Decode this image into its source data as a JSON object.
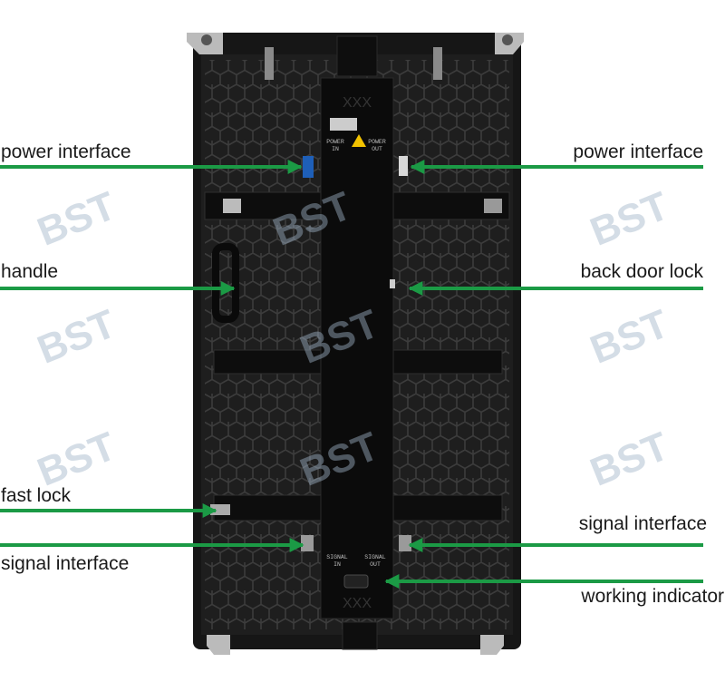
{
  "colors": {
    "arrow": "#1b9a45",
    "cabinet": "#161616",
    "panel": "#0b0b0b",
    "hex_grid": "#3c3c3c",
    "watermark": "#9fb3c8"
  },
  "labels": {
    "power_left": "power interface",
    "power_right": "power interface",
    "handle": "handle",
    "back_door_lock": "back door lock",
    "fast_lock": "fast lock",
    "signal_right": "signal interface",
    "signal_left": "signal interface",
    "working_indicator": "working indicator"
  },
  "panel": {
    "power_in": "POWER\nIN",
    "power_out": "POWER\nOUT",
    "signal_in": "SIGNAL\nIN",
    "signal_out": "SIGNAL\nOUT"
  },
  "watermark": {
    "logo": "BST"
  }
}
